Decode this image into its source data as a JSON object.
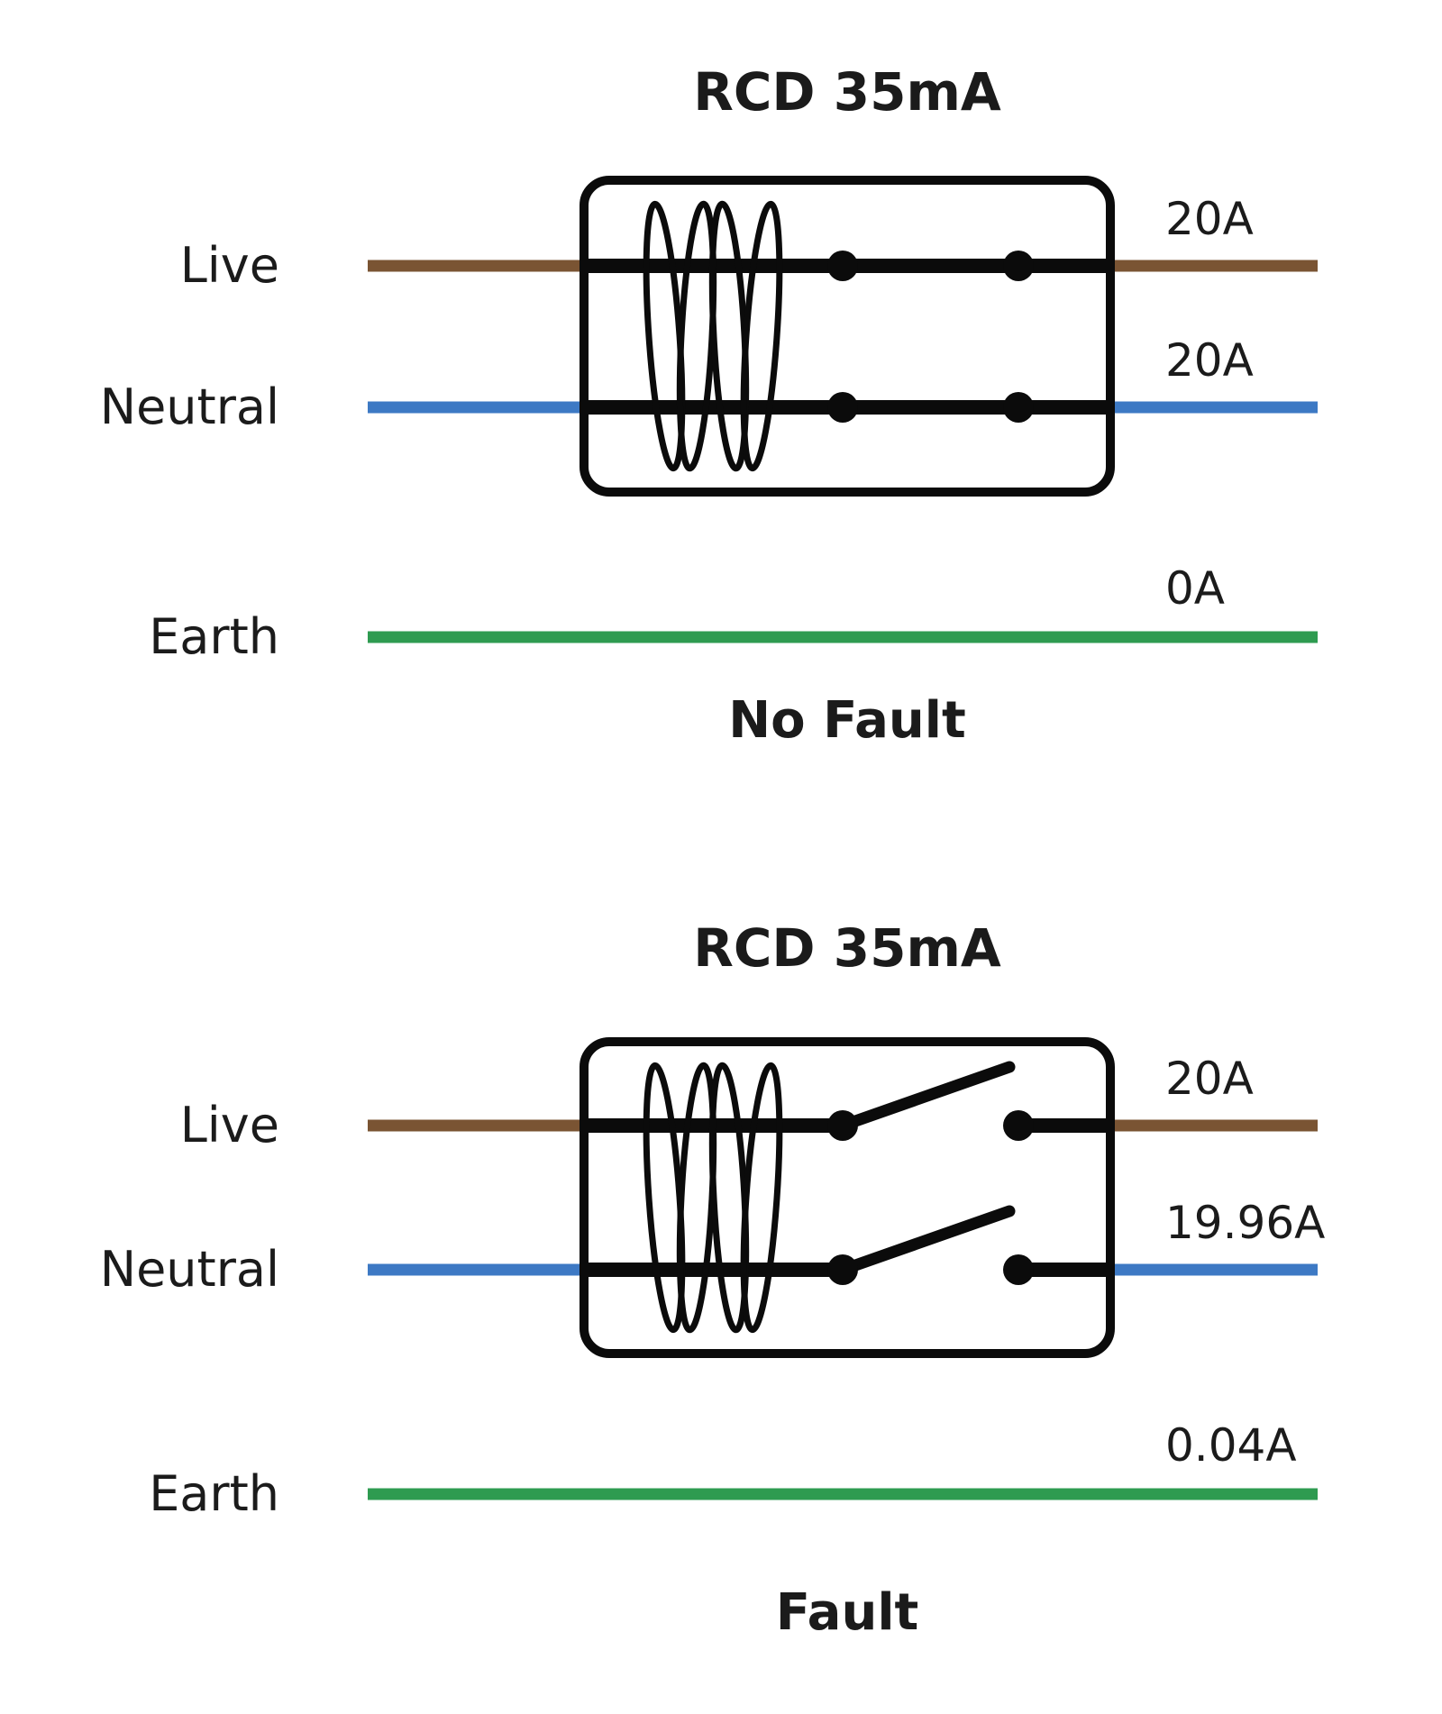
{
  "colors": {
    "live": "#7a5433",
    "neutral": "#3d79c4",
    "earth": "#2e9b50",
    "black": "#0b0b0b",
    "text": "#1b1b1b"
  },
  "diagrams": [
    {
      "title": "RCD 35mA",
      "caption": "No Fault",
      "switch_state": "closed",
      "wires": [
        {
          "label": "Live",
          "current": "20A"
        },
        {
          "label": "Neutral",
          "current": "20A"
        },
        {
          "label": "Earth",
          "current": "0A"
        }
      ]
    },
    {
      "title": "RCD 35mA",
      "caption": "Fault",
      "switch_state": "open",
      "wires": [
        {
          "label": "Live",
          "current": "20A"
        },
        {
          "label": "Neutral",
          "current": "19.96A"
        },
        {
          "label": "Earth",
          "current": "0.04A"
        }
      ]
    }
  ]
}
